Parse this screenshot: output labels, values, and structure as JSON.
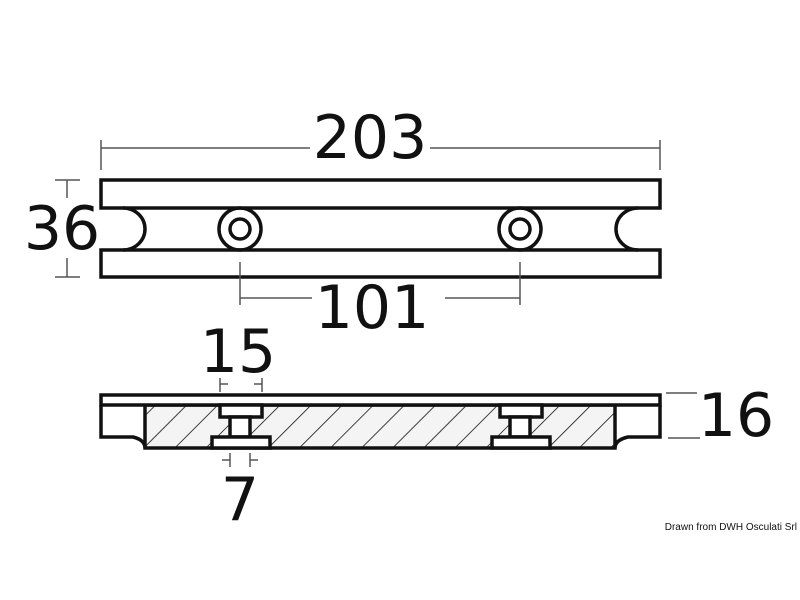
{
  "dimensions": {
    "length": "203",
    "width": "36",
    "hole_spacing": "101",
    "bolt_head": "15",
    "bolt_stem": "7",
    "height": "16"
  },
  "credit": "Drawn from DWH Osculati Srl",
  "colors": {
    "line": "#111111",
    "dim_line": "#555555",
    "hatch_fill": "#f4f4f4"
  }
}
